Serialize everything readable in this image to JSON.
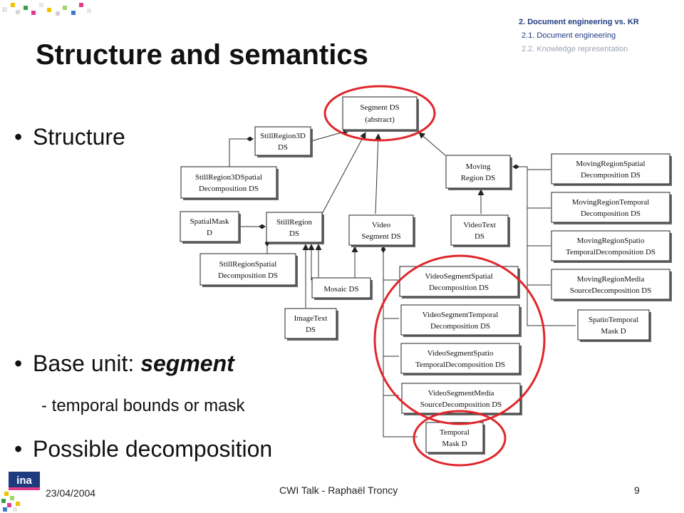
{
  "nav": {
    "section": "2. Document engineering vs. KR",
    "sub1": "2.1. Document engineering",
    "sub2": "2.2. Knowledge representation"
  },
  "title": "Structure and semantics",
  "bullets": {
    "structure": "Structure",
    "base_unit_prefix": "Base unit: ",
    "base_unit_em": "segment",
    "sub_item": "-  temporal bounds or mask",
    "decomposition": "Possible decomposition"
  },
  "diagram": {
    "segment_ds": [
      "Segment DS",
      "(abstract)"
    ],
    "still_region_3d": [
      "StillRegion3D",
      "DS"
    ],
    "still_region_3d_spatial": [
      "StillRegion3DSpatial",
      "Decomposition DS"
    ],
    "spatial_mask": [
      "SpatialMask",
      "D"
    ],
    "still_region": [
      "StillRegion",
      "DS"
    ],
    "still_region_spatial": [
      "StillRegionSpatial",
      "Decomposition DS"
    ],
    "mosaic": [
      "Mosaic DS"
    ],
    "image_text": [
      "ImageText",
      "DS"
    ],
    "video_segment": [
      "Video",
      "Segment DS"
    ],
    "moving_region": [
      "Moving",
      "Region DS"
    ],
    "video_text": [
      "VideoText",
      "DS"
    ],
    "vs_spatial": [
      "VideoSegmentSpatial",
      "Decomposition DS"
    ],
    "vs_temporal": [
      "VideoSegmentTemporal",
      "Decomposition DS"
    ],
    "vs_spatiotemporal": [
      "VideoSegmentSpatio",
      "TemporalDecomposition DS"
    ],
    "vs_media": [
      "VideoSegmentMedia",
      "SourceDecomposition DS"
    ],
    "temporal_mask": [
      "Temporal",
      "Mask D"
    ],
    "mr_spatial": [
      "MovingRegionSpatial",
      "Decomposition DS"
    ],
    "mr_temporal": [
      "MovingRegionTemporal",
      "Decomposition DS"
    ],
    "mr_spatiotemporal": [
      "MovingRegionSpatio",
      "TemporalDecomposition DS"
    ],
    "mr_media": [
      "MovingRegionMedia",
      "SourceDecomposition DS"
    ],
    "spatiotemporal_mask": [
      "SpatioTemporal",
      "Mask D"
    ]
  },
  "footer": {
    "date": "23/04/2004",
    "center": "CWI Talk - Raphaël Troncy",
    "page": "9",
    "logo_text": "ina"
  },
  "colors": {
    "accent_ring": "#e0262b",
    "nav_blue": "#1f3b80"
  }
}
